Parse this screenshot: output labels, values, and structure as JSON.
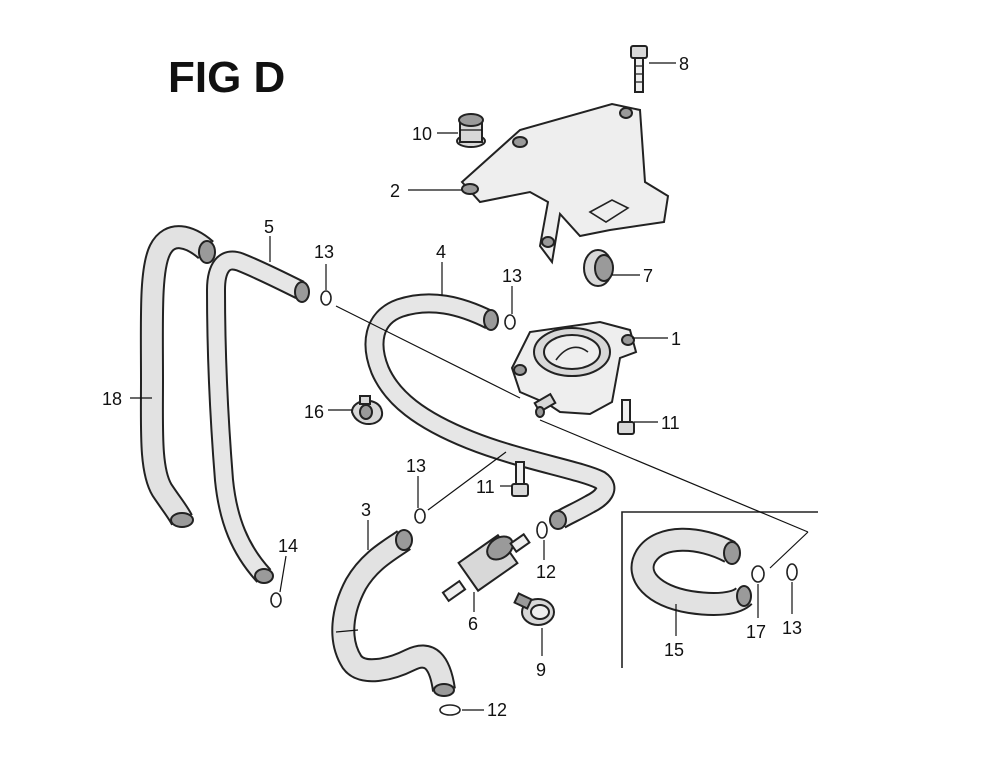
{
  "title": "FIG D",
  "callouts": {
    "c1": "1",
    "c2": "2",
    "c3": "3",
    "c4": "4",
    "c5": "5",
    "c6": "6",
    "c7": "7",
    "c8": "8",
    "c9": "9",
    "c10": "10",
    "c11a": "11",
    "c11b": "11",
    "c12a": "12",
    "c12b": "12",
    "c13a": "13",
    "c13b": "13",
    "c13c": "13",
    "c13d": "13",
    "c14": "14",
    "c15": "15",
    "c16": "16",
    "c17": "17",
    "c18": "18"
  }
}
